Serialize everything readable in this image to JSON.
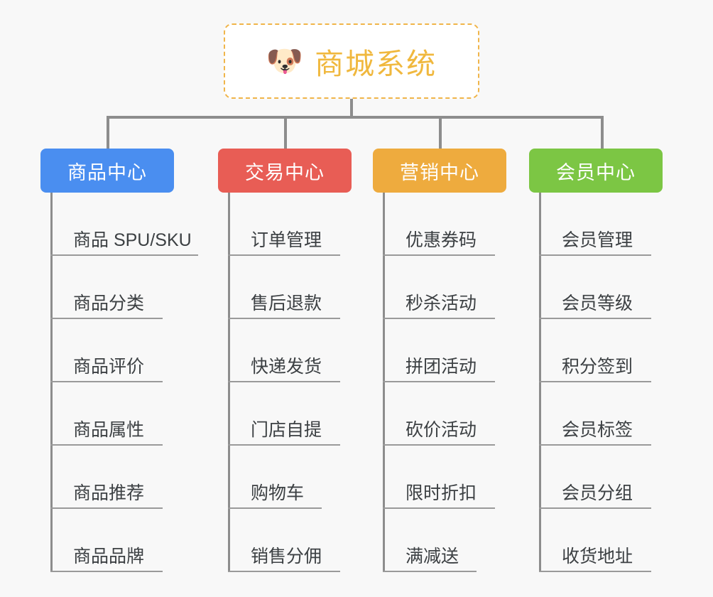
{
  "background_color": "#f8f8f8",
  "root": {
    "icon": "dog-face-icon",
    "emoji": "🐶",
    "title": "商城系统",
    "border_color": "#f0b54a",
    "text_color": "#f0b83e"
  },
  "connector_color": "#8d8d8d",
  "categories": [
    {
      "id": "product-center",
      "label": "商品中心",
      "color": "#4a8ef0",
      "items": [
        "商品 SPU/SKU",
        "商品分类",
        "商品评价",
        "商品属性",
        "商品推荐",
        "商品品牌"
      ]
    },
    {
      "id": "trade-center",
      "label": "交易中心",
      "color": "#e85d55",
      "items": [
        "订单管理",
        "售后退款",
        "快递发货",
        "门店自提",
        "购物车",
        "销售分佣"
      ]
    },
    {
      "id": "marketing-center",
      "label": "营销中心",
      "color": "#eeab3e",
      "items": [
        "优惠券码",
        "秒杀活动",
        "拼团活动",
        "砍价活动",
        "限时折扣",
        "满减送"
      ]
    },
    {
      "id": "member-center",
      "label": "会员中心",
      "color": "#7cc644",
      "items": [
        "会员管理",
        "会员等级",
        "积分签到",
        "会员标签",
        "会员分组",
        "收货地址"
      ]
    }
  ]
}
